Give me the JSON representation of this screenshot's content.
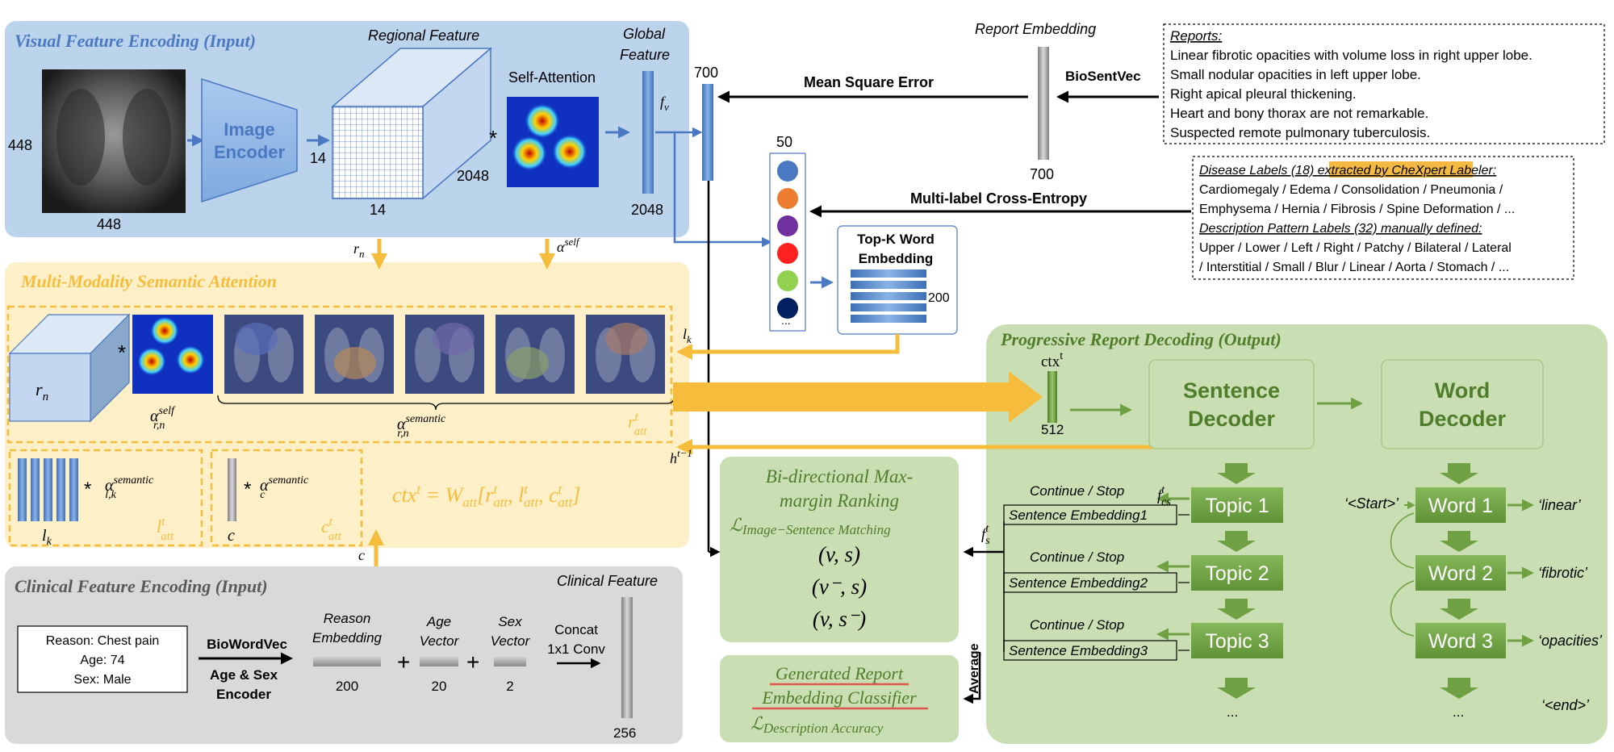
{
  "colors": {
    "blue_panel": "#bcd3ec",
    "blue_title": "#4a78c2",
    "yellow_panel": "#fdf0c8",
    "yellow_accent": "#f6bd3c",
    "gray_panel": "#d9d9d9",
    "gray_title": "#595959",
    "green_panel": "#c9dfb3",
    "green_box": "#6fa043",
    "green_text": "#4f7d2a",
    "red_underline": "#e0544e",
    "highlight": "#f4b942"
  },
  "visual": {
    "title": "Visual Feature Encoding (Input)",
    "img_h": "448",
    "img_w": "448",
    "encoder": [
      "Image",
      "Encoder"
    ],
    "regional_feature": "Regional Feature",
    "cube_size_a": "14",
    "cube_size_b": "14",
    "cube_depth": "2048",
    "self_attention": "Self-Attention",
    "global_feature": [
      "Global",
      "Feature"
    ],
    "global_dim": "2048",
    "fv": "f_v",
    "dim_700": "700"
  },
  "report": {
    "embedding_title": "Report Embedding",
    "embedding_dim": "700",
    "mse": "Mean Square Error",
    "biosentvec": "BioSentVec",
    "reports_title": "Reports:",
    "reports": [
      "Linear fibrotic opacities with volume loss in right upper lobe.",
      "Small nodular opacities in left upper lobe.",
      "Right apical pleural thickening.",
      "Heart and bony thorax are not remarkable.",
      "Suspected remote pulmonary tuberculosis."
    ]
  },
  "labels": {
    "disease_title": "Disease Labels (18) ",
    "disease_highlight": "extracted by CheXpert Labeler",
    "disease_lines": [
      "Cardiomegaly / Edema / Consolidation / Pneumonia /",
      "Emphysema / Hernia / Fibrosis / Spine Deformation / ..."
    ],
    "desc_title": "Description Pattern Labels (32) manually defined:",
    "desc_lines": [
      "Upper / Lower / Left / Right / Patchy / Bilateral / Lateral",
      "/ Interstitial / Small / Blur / Linear / Aorta / Stomach / ..."
    ],
    "cross_entropy": "Multi-label Cross-Entropy",
    "dim_50": "50",
    "topk": [
      "Top-K Word",
      "Embedding"
    ],
    "topk_dim": "200",
    "dots": "...",
    "dot_colors": [
      "#4a78c2",
      "#ed7d31",
      "#7030a0",
      "#ff2020",
      "#92d050",
      "#002060"
    ]
  },
  "attention": {
    "title": "Multi-Modality Semantic Attention",
    "rn": "r_n",
    "alpha_self": "α^self",
    "lk_label": "l_k",
    "ht1": "h^(t−1)",
    "c_label": "c",
    "alpha_rn_self": "α^self r,n",
    "alpha_rn_sem": "α^semantic r,n",
    "r_att": "r^t att",
    "l_att": "l^t att",
    "c_att": "c^t att",
    "alpha_lk": "α^semantic l,k",
    "alpha_c": "α^semantic c",
    "ctx_formula": "ctx^t = W_att[r^t_att, l^t_att, c^t_att]"
  },
  "clinical": {
    "title": "Clinical Feature Encoding (Input)",
    "feature_title": "Clinical Feature",
    "reason": "Reason: Chest pain",
    "age": "Age: 74",
    "sex": "Sex: Male",
    "biowordvec": "BioWordVec",
    "encoder": [
      "Age & Sex",
      "Encoder"
    ],
    "reason_emb": [
      "Reason",
      "Embedding"
    ],
    "age_vec": [
      "Age",
      "Vector"
    ],
    "sex_vec": [
      "Sex",
      "Vector"
    ],
    "concat": [
      "Concat",
      "1x1 Conv"
    ],
    "dim_200": "200",
    "dim_20": "20",
    "dim_2": "2",
    "dim_256": "256",
    "plus": "+"
  },
  "ranking": {
    "title": [
      "Bi-directional Max-",
      "margin Ranking"
    ],
    "loss": "L Image−Sentence Matching",
    "pairs": [
      "(v, s)",
      "(v⁻, s)",
      "(v, s⁻)"
    ],
    "classifier": [
      "Generated Report",
      "Embedding Classifier"
    ],
    "loss2": "L Description Accuracy",
    "average": "Average"
  },
  "decoding": {
    "title": "Progressive Report Decoding (Output)",
    "ctx": "ctx^t",
    "ctx_dim": "512",
    "sentence_decoder": [
      "Sentence",
      "Decoder"
    ],
    "word_decoder": [
      "Word",
      "Decoder"
    ],
    "topics": [
      "Topic 1",
      "Topic 2",
      "Topic 3"
    ],
    "words": [
      "Word 1",
      "Word 2",
      "Word 3"
    ],
    "continue_stop": "Continue / Stop",
    "fcs": "f^t cs",
    "fs": "f^t s",
    "sentence_embeddings": [
      "Sentence Embedding1",
      "Sentence Embedding2",
      "Sentence Embedding3"
    ],
    "start": "‘<Start>’",
    "end": "‘<end>’",
    "outputs": [
      "‘linear’",
      "‘fibrotic’",
      "‘opacities’"
    ],
    "ellipsis": "..."
  }
}
